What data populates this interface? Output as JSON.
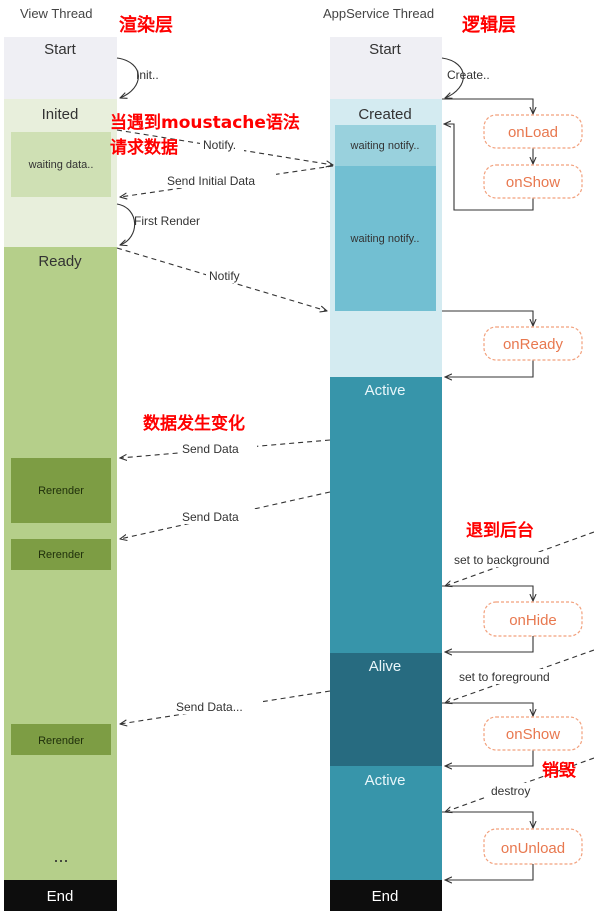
{
  "headers": {
    "view_thread": "View Thread",
    "app_thread": "AppService Thread"
  },
  "annotations": {
    "render_layer": "渲染层",
    "logic_layer": "逻辑层",
    "mustache_line1": "当遇到moustache语法",
    "mustache_line2": "请求数据",
    "data_changed": "数据发生变化",
    "back_to_background": "退到后台",
    "destroy_label": "销毁"
  },
  "view_thread": {
    "start": "Start",
    "inited": "Inited",
    "waiting_data": "waiting data..",
    "ready": "Ready",
    "rerender": "Rerender",
    "ellipsis": "...",
    "end": "End"
  },
  "app_thread": {
    "start": "Start",
    "created": "Created",
    "waiting_notify": "waiting notify..",
    "active": "Active",
    "alive": "Alive",
    "end": "End"
  },
  "lifecycle": {
    "onload": "onLoad",
    "onshow": "onShow",
    "onready": "onReady",
    "onhide": "onHide",
    "onunload": "onUnload"
  },
  "messages": {
    "init": "Init..",
    "create": "Create..",
    "notify": "Notify.",
    "send_initial_data": "Send Initial Data",
    "first_render": "First Render",
    "notify2": "Notify",
    "send_data": "Send Data",
    "send_data_ellipsis": "Send Data...",
    "set_to_background": "set to background",
    "set_to_foreground": "set to foreground",
    "destroy": "destroy"
  },
  "colors": {
    "start_bg": "#efeff4",
    "inited_bg": "#e8efdc",
    "waiting_data_bg": "#cfe0b4",
    "ready_bg": "#b5cf8a",
    "rerender_bg": "#7d9d44",
    "end_bg": "#0d0d0d",
    "created_bg": "#d4ebf1",
    "waiting_notify1_bg": "#99d1dd",
    "waiting_notify2_bg": "#72bfd2",
    "active_bg": "#3795aa",
    "alive_bg": "#276b80",
    "lifecycle_stroke": "#f2a07c",
    "lifecycle_text": "#e8784f",
    "annotation_red": "#ff0000"
  }
}
